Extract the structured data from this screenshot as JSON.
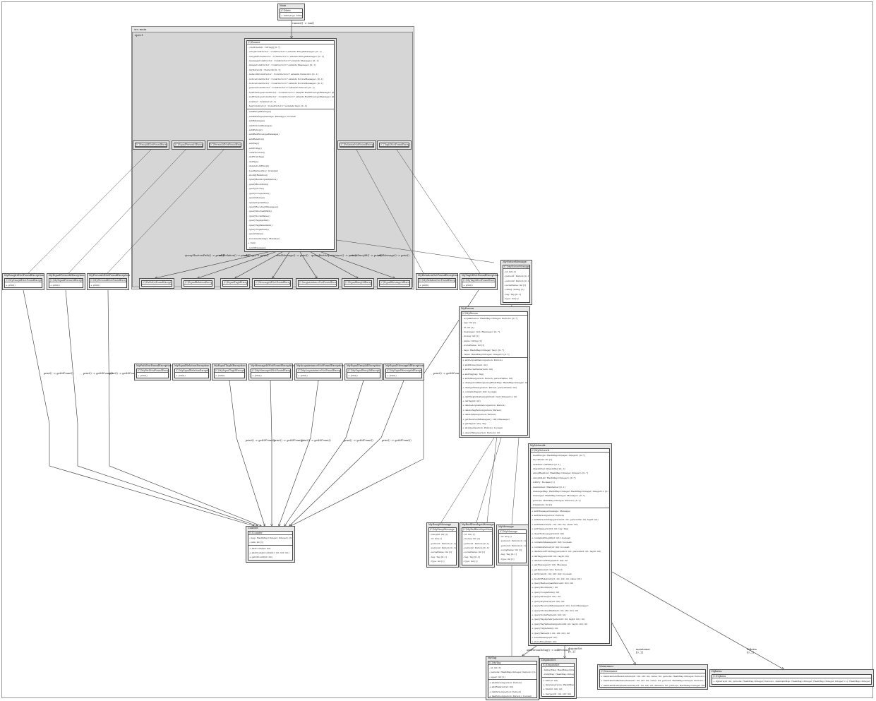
{
  "packages": [
    {
      "id": "pkg_outer",
      "label": "src.main"
    },
    {
      "id": "pkg_inner",
      "label": "spec1"
    }
  ],
  "nodes": [
    {
      "id": "main",
      "title": "Main",
      "cls": "(C)Main",
      "attrs": [],
      "ops": [
        "+ main(args: String[])"
      ]
    },
    {
      "id": "runner",
      "title": "",
      "cls": "(C)Runner",
      "attrs": [
        "- cmdLineInfo : String[] [0..*]",
        "- emojiConstructor : Constructor<? extends EmojiMessage> [0..1]",
        "- emojiIdConstructor : Constructor<? extends EmojiMessage> [0..1]",
        "- messageConstructor : Constructor<? extends Message> [0..1]",
        "- imageConstructor : Constructor<? extends Message> [0..1]",
        "- myNetwork : Network [0..1]",
        "- networkConstructor : Constructor<? extends Network> [0..1]",
        "- noticeConstructor : Constructor<? extends NoticeMessage> [0..1]",
        "- noticeConstructor : Constructor<? extends NoticeMessage> [0..1]",
        "- personConstructor : Constructor<? extends Person> [0..1]",
        "- redEnvelopeConstructor : Constructor<? extends RedEnvelopeMessage> [0..1]",
        "- redEnvelopeConstructor : Constructor<? extends RedEnvelopeMessage> [0..1]",
        "- scanner : Scanner [0..1]",
        "- tagConstructor : Constructor<? extends Tag> [0..1]"
      ],
      "ops": [
        "- addEmojiMessage()",
        "- addMessage(message: Message): boolean",
        "- addMessage()",
        "- addNoticeMessage()",
        "- addPerson()",
        "- addRedEnvelopeMessage()",
        "- addRelation()",
        "- addTag()",
        "- addToTag()",
        "- clearNotices()",
        "- delFromTag()",
        "- delTag()",
        "- deleteColdEmoji()",
        "- loadNetwork(sc: Scanner)",
        "- modifyRelation()",
        "- queryBestAcquaintance()",
        "- queryBlockSum()",
        "- queryCircle()",
        "- queryCoupleSum()",
        "- queryMoney()",
        "- queryPopularity()",
        "- queryReceivedMessages()",
        "- queryShortestPath()",
        "- querySocialValue()",
        "- queryTagAgeVar()",
        "- queryTagValueSum()",
        "- queryTripleSum()",
        "- queryValue()",
        "- resolve(message: Message)",
        "+ run()",
        "- sendMessage()",
        "- storeEmojiId()"
      ]
    },
    {
      "id": "inEmojiIdNF",
      "title": "",
      "cls": "(C)EmojiIdNotFoundException",
      "attrs": [],
      "ops": [
        "+ print()"
      ]
    },
    {
      "id": "inEqualPersonId",
      "title": "",
      "cls": "(C)EqualPersonIdException",
      "attrs": [],
      "ops": [
        "+ print()"
      ]
    },
    {
      "id": "inPersonIdNF",
      "title": "",
      "cls": "(C)PersonIdNotFoundException",
      "attrs": [],
      "ops": [
        "+ print()"
      ]
    },
    {
      "id": "inRelationNF",
      "title": "",
      "cls": "(C)RelationNotFoundException",
      "attrs": [],
      "ops": [
        "+ print()"
      ]
    },
    {
      "id": "inTagIdNF",
      "title": "",
      "cls": "(C)TagIdNotFoundException",
      "attrs": [],
      "ops": [
        "+ print()"
      ]
    },
    {
      "id": "inPathNF",
      "title": "",
      "cls": "(C)PathNotFoundException",
      "attrs": [],
      "ops": [
        "+ print()"
      ]
    },
    {
      "id": "inEqualRelation",
      "title": "",
      "cls": "(C)EqualRelationException",
      "attrs": [],
      "ops": [
        "+ print()"
      ]
    },
    {
      "id": "inEqualTagId",
      "title": "",
      "cls": "(C)EqualTagIdException",
      "attrs": [],
      "ops": [
        "+ print()"
      ]
    },
    {
      "id": "inMessageIdNF",
      "title": "",
      "cls": "(C)MessageIdNotFoundException",
      "attrs": [],
      "ops": [
        "+ print()"
      ]
    },
    {
      "id": "inAcquaintanceNF",
      "title": "",
      "cls": "(C)AcquaintanceNotFoundException",
      "attrs": [],
      "ops": [
        "+ print()"
      ]
    },
    {
      "id": "inEqualEmojiId",
      "title": "",
      "cls": "(C)EqualEmojiIdException",
      "attrs": [],
      "ops": [
        "+ print()"
      ]
    },
    {
      "id": "inEqualMessageId",
      "title": "",
      "cls": "(C)EqualMessageIdException",
      "attrs": [],
      "ops": [
        "+ print()"
      ]
    },
    {
      "id": "myEmojiIdNF",
      "title": "MyEmojiIdNotFoundException",
      "cls": "(C)MyEmojiIdNotFoundException",
      "attrs": [],
      "ops": [
        "+ print()"
      ]
    },
    {
      "id": "myEqualPersonId",
      "title": "MyEqualPersonIdException",
      "cls": "(C)MyEqualPersonIdException",
      "attrs": [],
      "ops": [
        "+ print()"
      ]
    },
    {
      "id": "myPersonIdNF",
      "title": "MyPersonIdNotFoundException",
      "cls": "(C)MyPersonIdNotFoundException",
      "attrs": [],
      "ops": [
        "+ print()"
      ]
    },
    {
      "id": "myRelationNF",
      "title": "MyRelationNotFoundException",
      "cls": "(C)MyRelationNotFoundException",
      "attrs": [],
      "ops": [
        "+ print()"
      ]
    },
    {
      "id": "myTagIdNF",
      "title": "MyTagIdNotFoundException",
      "cls": "(C)MyTagIdNotFoundException",
      "attrs": [],
      "ops": [
        "+ print()"
      ]
    },
    {
      "id": "myPathNF",
      "title": "MyPathNotFoundException",
      "cls": "(C)MyPathNotFoundException",
      "attrs": [],
      "ops": [
        "+ print()"
      ]
    },
    {
      "id": "myEqualRelation",
      "title": "MyEqualRelationException",
      "cls": "(C)MyEqualRelationException",
      "attrs": [],
      "ops": [
        "+ print()"
      ]
    },
    {
      "id": "myEqualTagId",
      "title": "MyEqualTagIdException",
      "cls": "(C)MyEqualTagIdException",
      "attrs": [],
      "ops": [
        "+ print()"
      ]
    },
    {
      "id": "myMessageIdNF",
      "title": "MyMessageIdNotFoundException",
      "cls": "(C)MyMessageIdNotFoundException",
      "attrs": [],
      "ops": [
        "+ print()"
      ]
    },
    {
      "id": "myAcquaintanceNF",
      "title": "MyAcquaintanceNotFoundException",
      "cls": "(C)MyAcquaintanceNotFoundException",
      "attrs": [],
      "ops": [
        "+ print()"
      ]
    },
    {
      "id": "myEqualEmojiId",
      "title": "MyEqualEmojiIdException",
      "cls": "(C)MyEqualEmojiIdException",
      "attrs": [],
      "ops": [
        "+ print()"
      ]
    },
    {
      "id": "myEqualMessageId",
      "title": "MyEqualMessageIdException",
      "cls": "(C)MyEqualMessageIdException",
      "attrs": [],
      "ops": [
        "+ print()"
      ]
    },
    {
      "id": "myNoticeMessage",
      "title": "MyNoticeMessage",
      "cls": "(C)MyNoticeMessage",
      "attrs": [
        "- id: int [1]",
        "- person1: Person [0..1]",
        "- person2: Person [0..1]",
        "- socialValue: int [1]",
        "- string: String [1]",
        "- tag: Tag [0..1]",
        "- type: int [1]"
      ],
      "ops": []
    },
    {
      "id": "myPerson",
      "title": "MyPerson",
      "cls": "(C)MyPerson",
      "attrs": [
        "- acquaintance: HashMap<Integer, Person> [0..*]",
        "- age: int [1]",
        "- id: int [1]",
        "- messages: List<Message> [0..*]",
        "- money: int [1]",
        "- name: String [1]",
        "- socialValue: int [1]",
        "- tags: HashMap<Integer, Tag> [0..*]",
        "- value: HashMap<Integer, Integer> [0..*]"
      ],
      "ops": [
        "+ addAcquaintance(person: Person)",
        "+ addMoney(num: int)",
        "+ addSocialValue(num: int)",
        "+ addTag(tag: Tag)",
        "+ addValue(person: Person, personValue: int)",
        "+ changeColdEmoji(emojiHeatMap: HashMap<Integer, Integer>, limit: int)",
        "+ changeValue(person: Person, personValue: int)",
        "+ containsTag(id: int): boolean",
        "+ delEmojiIdList(emojiIdList: List<Integer>): int",
        "+ delTag(id: int)",
        "+ deleteAcquaintance(person: Person)",
        "+ deleteTagPerson(person: Person)",
        "+ deleteValue(person: Person)",
        "+ getReceivedMessages(): List<Message>",
        "+ getTag(id: int): Tag",
        "+ isLinked(person: Person): boolean",
        "+ queryValue(person: Person): int"
      ]
    },
    {
      "id": "myNetwork",
      "title": "MyNetwork",
      "cls": "(C)MyNetwork",
      "attrs": [
        "- heatEmojis: HashMap<Integer, Integer> [0..*]",
        "- blockSum: int [1]",
        "- dsfather: DsFather [0..1]",
        "- disjointSet: DisjointSet [0..1]",
        "- emojiHeatList: HashMap<Integer, Integer> [0..*]",
        "- emojiIdList: HashMap<Integer> [0..*]",
        "- isDirty: Boolean [1]",
        "- maintainer: Maintainer [0..1]",
        "- messageMap: HashMap<Integer, HashMap<Integer, Integer>> [0..*]",
        "- messages: HashMap<Integer, Message> [0..*]",
        "- persons: HashMap<Integer, Person> [0..*]",
        "- tripleSum: int [1]"
      ],
      "ops": [
        "+ addMessage(message: Message)",
        "+ addPerson(person: Person)",
        "+ addPersonToTag(personId1: int, personId2: int, tagId: int)",
        "+ addRelation(id1: int, id2: int, value: int)",
        "+ addTag(personId: int, tag: Tag)",
        "+ clearNotices(personId: int)",
        "+ containsEmojiId(id: int): boolean",
        "+ containsMessage(id: int): boolean",
        "+ containsPerson(id: int): boolean",
        "+ delPersonFromTag(personId1: int, personId2: int, tagId: int)",
        "+ delTag(personId: int, tagId: int)",
        "+ deleteColdEmoji(limit: int): int",
        "+ getMessage(id: int): Message",
        "+ getPerson(id: int): Person",
        "+ isCircle(id1: int, id2: int): boolean",
        "+ modifyRelation(id1: int, id2: int, value: int)",
        "+ queryBestAcquaintance(id: int): int",
        "+ queryBlockSum(): int",
        "+ queryCoupleSum(): int",
        "+ queryMoney(id: int): int",
        "+ queryPopularity(id: int): int",
        "+ queryReceivedMessages(id: int): List<Message>",
        "+ queryShortestPath(id1: int, id2: int): int",
        "+ querySocialValue(id: int): int",
        "+ queryTagAgeVar(personId: int, tagId: int): int",
        "+ queryTagValueSum(personId: int, tagId: int): int",
        "+ queryTripleSum(): int",
        "+ queryValue(id1: int, id2: int): int",
        "+ sendMessage(id: int)",
        "+ storeEmojiId(id: int)"
      ]
    },
    {
      "id": "counter",
      "title": "Counter",
      "cls": "(C)Counter",
      "attrs": [
        "- map: HashMap<Integer, Integer> [0..*]",
        "- sum: int [1]"
      ],
      "ops": [
        "+ addCount(id: int)",
        "+ addDoubleCount(id1: int, id2: int)",
        "+ getIdCount(id: int)",
        "+ getIdCount(id: int)"
      ]
    },
    {
      "id": "myEmojiMessage",
      "title": "MyEmojiMessage",
      "cls": "(C)MyEmojiMessage",
      "attrs": [
        "- emojiId: int [1]",
        "- id: int [1]",
        "- person1: Person [0..1]",
        "- person2: Person [0..1]",
        "- socialValue: int [1]",
        "- tag: Tag [0..1]",
        "- type: int [1]"
      ],
      "ops": []
    },
    {
      "id": "myRedEnvelope",
      "title": "MyRedEnvelopeMessage",
      "cls": "(C)MyRedEnvelopeMessage",
      "attrs": [
        "- id: int [1]",
        "- money: int [1]",
        "- person1: Person [0..1]",
        "- person2: Person [0..1]",
        "- socialValue: int [1]",
        "- tag: Tag [0..1]",
        "- type: int [1]"
      ],
      "ops": []
    },
    {
      "id": "myMessage",
      "title": "MyMessage",
      "cls": "(C)MyMessage",
      "attrs": [
        "- id: int [1]",
        "- person1: Person [0..1]",
        "- person2: Person [0..1]",
        "- socialValue: int [1]",
        "- tag: Tag [0..1]",
        "- type: int [1]"
      ],
      "ops": []
    },
    {
      "id": "myTag",
      "title": "MyTag",
      "cls": "(C)MyTag",
      "attrs": [
        "- id: int [1]",
        "- persons: HashMap<Integer, Person> [0..*]",
        "- ageer: int [1]"
      ],
      "ops": [
        "+ addPerson(person: Person)",
        "+ addRelation(id: int)",
        "+ delPerson(person: Person)",
        "+ hasPerson(person: Person): boolean"
      ]
    },
    {
      "id": "disjointSet",
      "title": "DisjointSet",
      "cls": "(C)DisjointSet",
      "attrs": [
        "- fatherMap: HashMap<Integer, Integer> [0..*]",
        "- rankMap: HashMap<Integer, Integer> [0..*]"
      ],
      "ops": [
        "+ add(id: int)",
        "+ delete(persons: HashMap<Integer, Person>)",
        "+ find(id: int): int",
        "+ merge(id1: int, id2: int)"
      ]
    },
    {
      "id": "maintainer",
      "title": "Maintainer",
      "cls": "(C)Maintainer",
      "attrs": [],
      "ops": [
        "+ maintainAddRelationSum(id1: int, id2: int, value: int, persons: HashMap<Integer, Person>)",
        "+ maintainDelRelationSum(id1: int, id2: int, value: int, persons: HashMap<Integer, Person>)",
        "+ maintainModifyRelationSum(id1: int, id2: int, distance: int, persons: HashMap<Integer, Person>)"
      ]
    },
    {
      "id": "dijkstra",
      "title": "Dijkstra",
      "cls": "(C)Dijkstra",
      "attrs": [],
      "ops": [
        "+ dijkstra(id: int, persons: HashMap<Integer, Person>, maintainMap: HashMap<Integer, HashMap<Integer, Integer>>): HashMap<Integer, Integer>"
      ]
    }
  ],
  "edges": [
    {
      "from": "main",
      "to": "runner",
      "label": "runner() -> run()"
    },
    {
      "from": "runner",
      "to": "inPathNF",
      "label": "queryShortestPath() -> print()"
    },
    {
      "from": "runner",
      "to": "inEqualRelation",
      "label": "addRelation() -> print()"
    },
    {
      "from": "runner",
      "to": "inEqualTagId",
      "label": "addTag() -> print()"
    },
    {
      "from": "runner",
      "to": "inMessageIdNF",
      "label": "sendMessage() -> print()"
    },
    {
      "from": "runner",
      "to": "inAcquaintanceNF",
      "label": "queryBestAcquaintance() -> print()"
    },
    {
      "from": "runner",
      "to": "inEqualEmojiId",
      "label": "storeEmojiId() -> print()"
    },
    {
      "from": "runner",
      "to": "inEqualMessageId",
      "label": "addMessage() -> print()"
    },
    {
      "from": "myEmojiIdNF",
      "to": "counter",
      "label": "print() -> getIdCount()"
    },
    {
      "from": "myEqualPersonId",
      "to": "counter",
      "label": "print() -> getIdCount()"
    },
    {
      "from": "myPersonIdNF",
      "to": "counter",
      "label": "print() -> getIdCount()"
    },
    {
      "from": "myTagIdNF",
      "to": "counter",
      "label": "print() -> getIdCount()"
    },
    {
      "from": "myEqualTagId",
      "to": "counter",
      "label": "print() -> getIdCount()"
    },
    {
      "from": "myMessageIdNF",
      "to": "counter",
      "label": "print() -> getIdCount()"
    },
    {
      "from": "myAcquaintanceNF",
      "to": "counter",
      "label": "print() -> getIdCount()"
    },
    {
      "from": "myEqualEmojiId",
      "to": "counter",
      "label": "print() -> getIdCount()"
    },
    {
      "from": "myEqualMessageId",
      "to": "counter",
      "label": "print() -> getIdCount()"
    },
    {
      "from": "myNetwork",
      "to": "myTag",
      "label": "addPersonToTag() -> addPerson()"
    },
    {
      "from": "myNetwork",
      "to": "disjointSet",
      "label": "disjointSet\n[0..1]"
    },
    {
      "from": "myNetwork",
      "to": "maintainer",
      "label": "maintainer\n[0..1]"
    },
    {
      "from": "myNetwork",
      "to": "dijkstra",
      "label": "dijkstra\n[0..1]"
    }
  ]
}
